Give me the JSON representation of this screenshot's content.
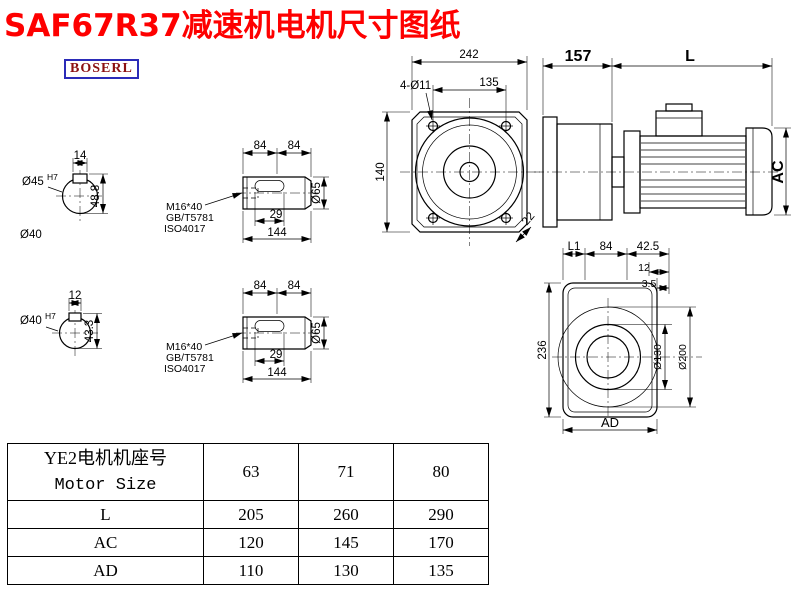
{
  "title": "SAF67R37减速机电机尺寸图纸",
  "logo": "BOSERL",
  "shaft_end_1": {
    "key_width": "14",
    "dia": "Ø45",
    "dia_tol": "H7",
    "total_height": "48.8",
    "dia_below": "Ø40"
  },
  "shaft_end_2": {
    "key_width": "12",
    "dia": "Ø40",
    "dia_tol": "H7",
    "total_height": "43.3"
  },
  "shaft_side_1": {
    "len_a": "84",
    "len_b": "84",
    "thread": "M16*40",
    "standard_1": "GB/T5781",
    "standard_2": "ISO4017",
    "key_length": "29",
    "total_length": "144",
    "dia": "Ø65"
  },
  "shaft_side_2": {
    "len_a": "84",
    "len_b": "84",
    "thread": "M16*40",
    "standard_1": "GB/T5781",
    "standard_2": "ISO4017",
    "key_length": "29",
    "total_length": "144",
    "dia": "Ø65"
  },
  "front_view": {
    "overall_width": "242",
    "hole_note": "4-Ø11",
    "hole_spacing": "135",
    "overall_height": "140",
    "corner_dim": "22"
  },
  "motor_view": {
    "gear_length": "157",
    "motor_length": "L",
    "motor_height": "AC"
  },
  "output_view": {
    "dim_l1": "L1",
    "dim_84": "84",
    "dim_42_5": "42.5",
    "dim_12": "12",
    "dim_3_5": "3.5",
    "height": "236",
    "dia_130": "Ø130",
    "dia_200": "Ø200",
    "width": "AD"
  },
  "table": {
    "header_cn": "YE2电机机座号",
    "header_en": "Motor Size",
    "frame_sizes": [
      "63",
      "71",
      "80"
    ],
    "rows": [
      {
        "label": "L",
        "values": [
          "205",
          "260",
          "290"
        ]
      },
      {
        "label": "AC",
        "values": [
          "120",
          "145",
          "170"
        ]
      },
      {
        "label": "AD",
        "values": [
          "110",
          "130",
          "135"
        ]
      }
    ]
  }
}
